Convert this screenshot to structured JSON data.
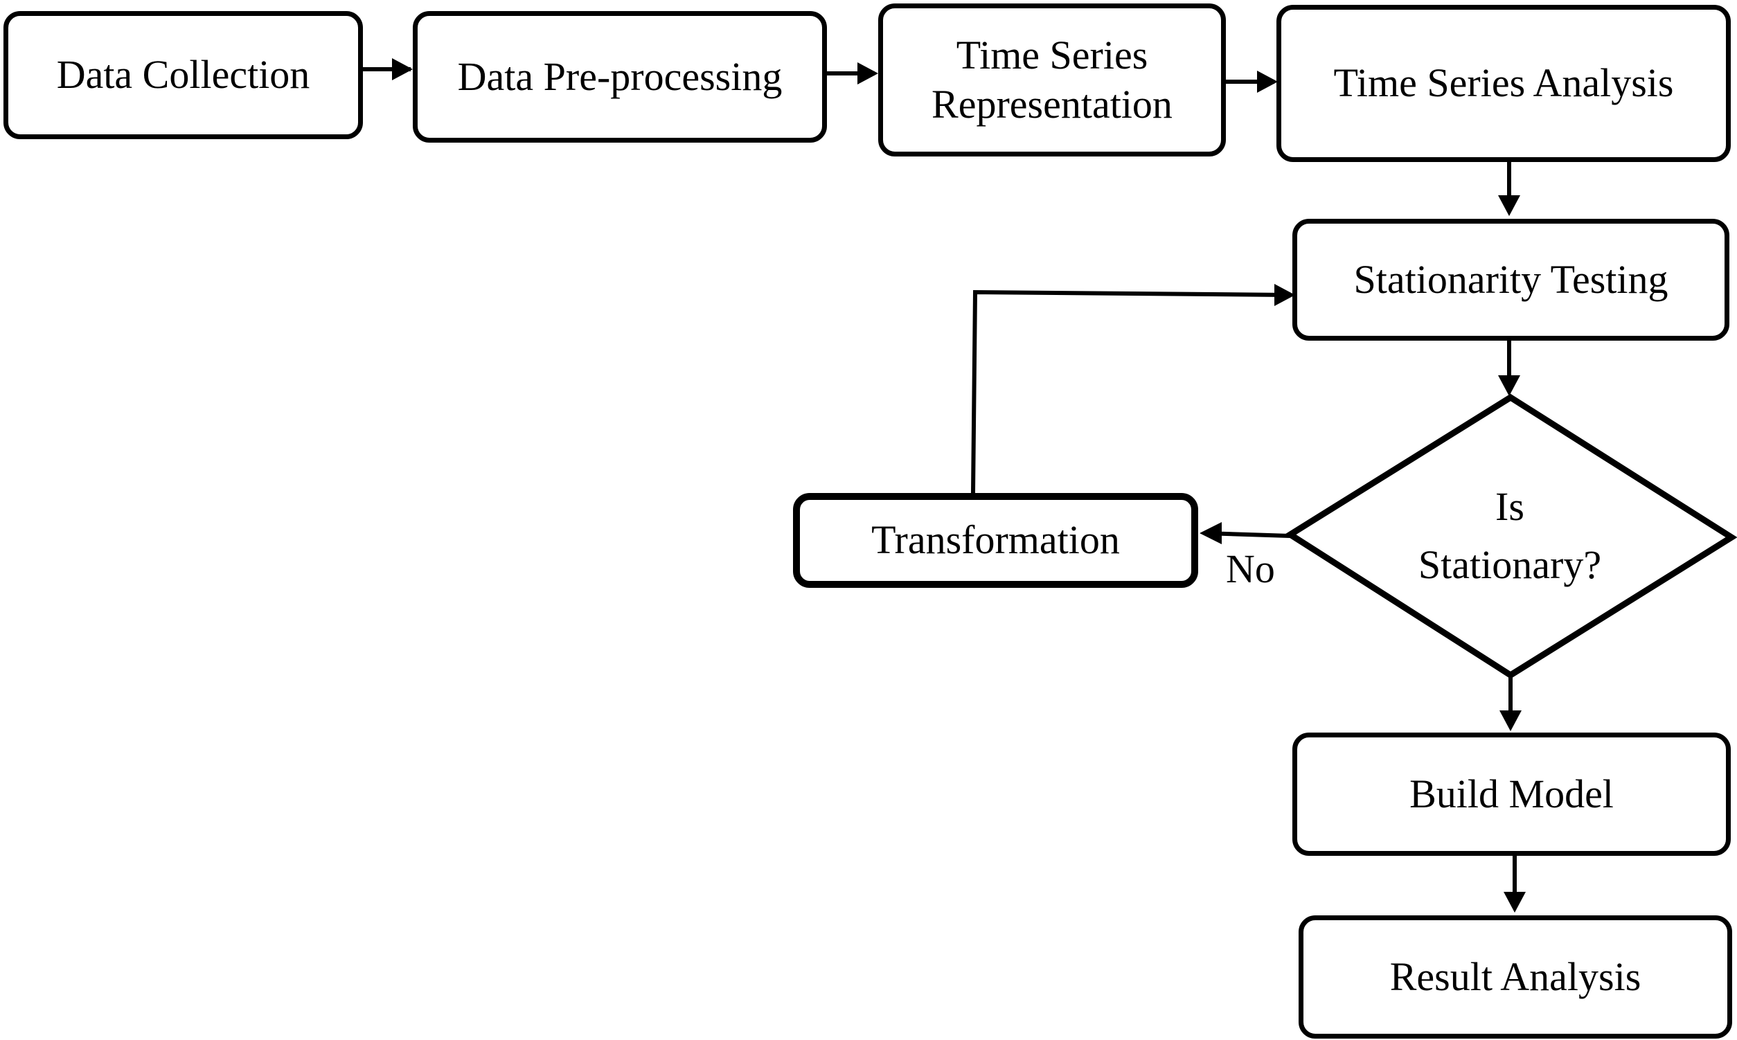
{
  "diagram": {
    "nodes": {
      "data_collection": "Data Collection",
      "data_preprocessing": "Data Pre-processing",
      "ts_representation_line1": "Time Series",
      "ts_representation_line2": "Representation",
      "ts_analysis": "Time Series Analysis",
      "stationarity_testing": "Stationarity Testing",
      "decision_line1": "Is",
      "decision_line2": "Stationary?",
      "transformation": "Transformation",
      "build_model": "Build Model",
      "result_analysis": "Result Analysis"
    },
    "edge_labels": {
      "no": "No"
    },
    "edges": [
      [
        "data_collection",
        "data_preprocessing"
      ],
      [
        "data_preprocessing",
        "ts_representation"
      ],
      [
        "ts_representation",
        "ts_analysis"
      ],
      [
        "ts_analysis",
        "stationarity_testing"
      ],
      [
        "stationarity_testing",
        "decision"
      ],
      [
        "decision",
        "transformation"
      ],
      [
        "transformation",
        "stationarity_testing"
      ],
      [
        "decision",
        "build_model"
      ],
      [
        "build_model",
        "result_analysis"
      ]
    ]
  }
}
